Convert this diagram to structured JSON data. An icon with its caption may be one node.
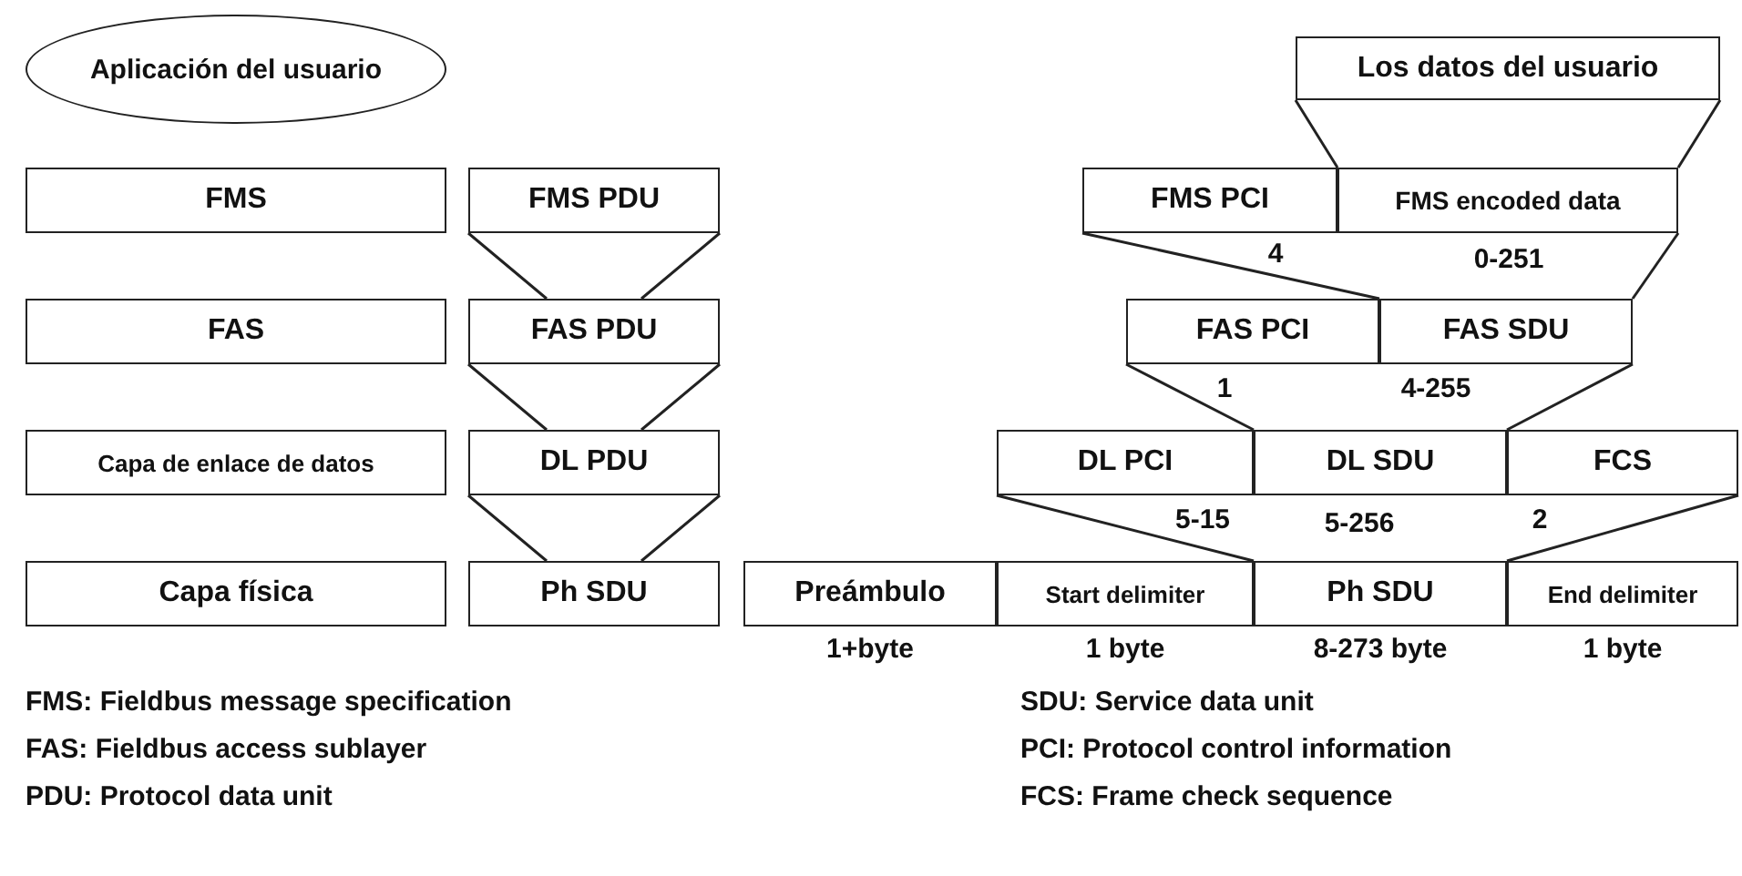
{
  "diagram": {
    "nodes": [
      {
        "text": [
          "Aplicación del usuario"
        ]
      },
      {
        "text": [
          "Los datos del usuario"
        ]
      },
      {
        "text": [
          "FMS"
        ]
      },
      {
        "text": [
          "FMS PDU"
        ]
      },
      {
        "text": [
          "FMS PCI"
        ]
      },
      {
        "text": [
          "FMS encoded data"
        ]
      },
      {
        "text": [
          "FAS"
        ]
      },
      {
        "text": [
          "FAS PDU"
        ]
      },
      {
        "text": [
          "FAS PCI"
        ]
      },
      {
        "text": [
          "FAS SDU"
        ]
      },
      {
        "text": [
          "Capa de enlace de datos"
        ]
      },
      {
        "text": [
          "DL PDU"
        ]
      },
      {
        "text": [
          "DL PCI"
        ]
      },
      {
        "text": [
          "DL SDU"
        ]
      },
      {
        "text": [
          "FCS"
        ]
      },
      {
        "text": [
          "Capa física"
        ]
      },
      {
        "text": [
          "Ph SDU"
        ]
      },
      {
        "text": [
          "Preámbulo"
        ],
        "beside": [
          "1+byte"
        ]
      },
      {
        "text": [
          "Start delimiter"
        ],
        "beside": [
          "1 byte"
        ]
      },
      {
        "text": [
          "Ph SDU"
        ],
        "beside": [
          "8-273 byte"
        ]
      },
      {
        "text": [
          "End delimiter"
        ],
        "beside": [
          "1 byte"
        ]
      }
    ],
    "edges": [
      {
        "from": 3,
        "to": 7,
        "arrow": "none"
      },
      {
        "from": 7,
        "to": 11,
        "arrow": "none"
      },
      {
        "from": 11,
        "to": 16,
        "arrow": "none"
      },
      {
        "from": 1,
        "to": 5,
        "arrow": "none"
      },
      {
        "from": 4,
        "to": 9,
        "arrow": "none"
      },
      {
        "from": 5,
        "to": 9,
        "arrow": "none"
      },
      {
        "from": 8,
        "to": 13,
        "arrow": "none"
      },
      {
        "from": 9,
        "to": 13,
        "arrow": "none"
      },
      {
        "from": 12,
        "to": 19,
        "arrow": "none"
      },
      {
        "from": 14,
        "to": 19,
        "arrow": "none"
      }
    ],
    "labels": [
      "4",
      "0-251",
      "1",
      "4-255",
      "5-15",
      "5-256",
      "2",
      "FMS: Fieldbus message specification",
      "FAS: Fieldbus access sublayer",
      "PDU: Protocol data unit",
      "SDU: Service data unit",
      "PCI: Protocol control information",
      "FCS: Frame check sequence"
    ]
  }
}
